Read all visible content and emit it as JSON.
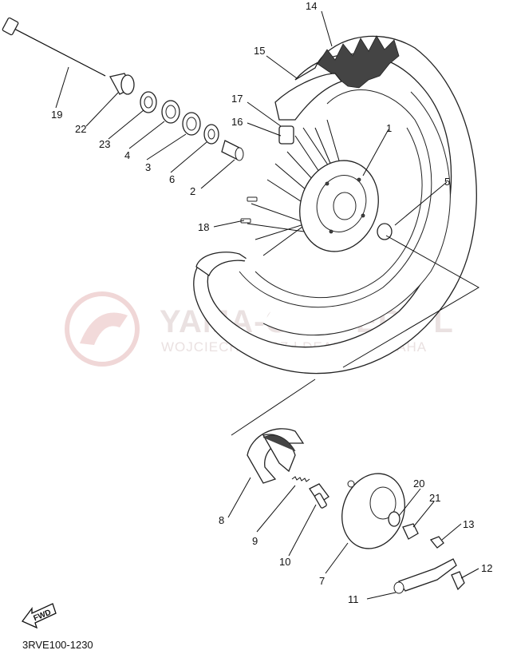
{
  "watermark": {
    "title": "YAMA-GRYFER.PL",
    "subtitle": "WOJCIECHOWICZ | DEALER YAMAHA"
  },
  "direction_marker": "FWD",
  "diagram_code": "3RVE100-1230",
  "callouts": {
    "c1": "1",
    "c2": "2",
    "c3": "3",
    "c4": "4",
    "c5": "5",
    "c6": "6",
    "c7": "7",
    "c8": "8",
    "c9": "9",
    "c10": "10",
    "c11": "11",
    "c12": "12",
    "c13": "13",
    "c14": "14",
    "c15": "15",
    "c16": "16",
    "c17": "17",
    "c18": "18",
    "c19": "19",
    "c20": "20",
    "c21": "21",
    "c22": "22",
    "c23": "23"
  }
}
